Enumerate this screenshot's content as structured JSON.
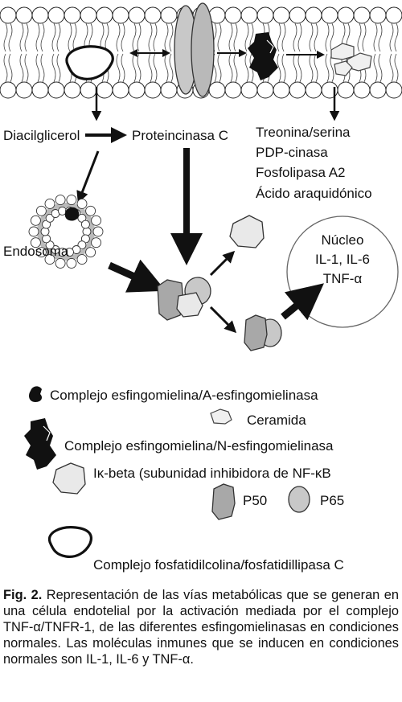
{
  "labels": {
    "diacilglicerol": "Diacilglicerol",
    "proteincinasa": "Proteincinasa C",
    "treonina": "Treonina/serina",
    "pdp": "PDP-cinasa",
    "fosfolipasa": "Fosfolipasa A2",
    "acido": "Ácido araquidónico",
    "endosoma": "Endosoma",
    "nucleo": "Núcleo",
    "il": "IL-1, IL-6",
    "tnf": "TNF-α"
  },
  "legend": [
    {
      "id": "a_esfingo",
      "text": "Complejo  esfingomielina/A-esfingomielinasa"
    },
    {
      "id": "ceramida",
      "text": "Ceramida"
    },
    {
      "id": "n_esfingo",
      "text": "Complejo  esfingomielina/N-esfingomielinasa"
    },
    {
      "id": "ikbeta",
      "text": "Iκ-beta (subunidad inhibidora de NF-κB"
    },
    {
      "id": "p50",
      "text": "P50"
    },
    {
      "id": "p65",
      "text": "P65"
    },
    {
      "id": "fosfatidil",
      "text": "Complejo  fosfatidilcolina/fosfatidillipasa C"
    }
  ],
  "caption": {
    "label": "Fig. 2.",
    "text": "Representación de las vías metabólicas que se generan en una célula endotelial por la activación mediada por el complejo TNF-α/TNFR-1, de las diferentes esfingomielinasas en condiciones normales. Las moléculas inmunes que se inducen en condiciones normales son IL-1, IL-6 y TNF-α."
  },
  "colors": {
    "ink": "#111111",
    "light_gray": "#e9e9e9",
    "mid_gray": "#c8c8c8",
    "dark_gray": "#a8a8a8"
  }
}
